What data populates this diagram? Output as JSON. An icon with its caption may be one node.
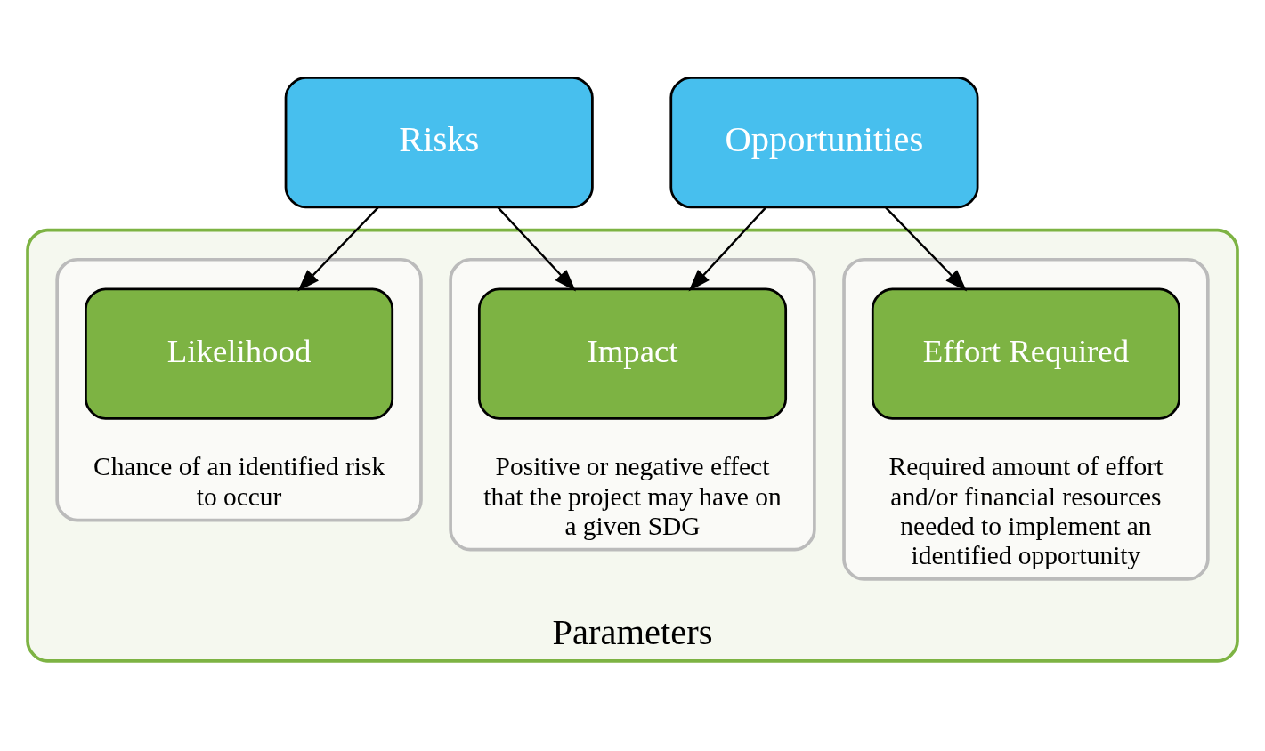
{
  "diagram": {
    "nodes": [
      {
        "text": [
          "Risks"
        ]
      },
      {
        "text": [
          "Opportunities"
        ]
      },
      {
        "text": [
          "Parameters"
        ]
      },
      {
        "text": [
          "Chance of an identified risk to occur"
        ],
        "in": 2
      },
      {
        "text": [
          "Likelihood"
        ],
        "in": 3
      },
      {
        "text": [
          "Positive or negative effect that the project may have on a given SDG"
        ],
        "in": 2
      },
      {
        "text": [
          "Impact"
        ],
        "in": 5
      },
      {
        "text": [
          "Required amount of effort and/or financial resources needed to implement an identified opportunity"
        ],
        "in": 2
      },
      {
        "text": [
          "Effort Required"
        ],
        "in": 7
      }
    ],
    "edges": [
      {
        "from": 0,
        "to": 4,
        "arrow": "to"
      },
      {
        "from": 0,
        "to": 6,
        "arrow": "to"
      },
      {
        "from": 1,
        "to": 6,
        "arrow": "to"
      },
      {
        "from": 1,
        "to": 8,
        "arrow": "to"
      }
    ]
  }
}
